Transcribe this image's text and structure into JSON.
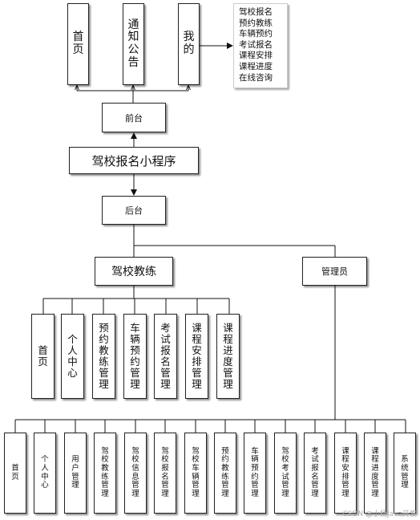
{
  "top_nav": {
    "home": "首页",
    "notice": "通知公告",
    "mine": "我的"
  },
  "mine_features": [
    "驾校报名",
    "预约教练",
    "车辆预约",
    "考试报名",
    "课程安排",
    "课程进度",
    "在线咨询"
  ],
  "frontend": "前台",
  "app_title": "驾校报名小程序",
  "backend": "后台",
  "coach": {
    "title": "驾校教练",
    "modules": [
      "首页",
      "个人中心",
      "预约教练管理",
      "车辆预约管理",
      "考试报名管理",
      "课程安排管理",
      "课程进度管理"
    ]
  },
  "admin": {
    "title": "管理员",
    "modules": [
      "首页",
      "个人中心",
      "用户管理",
      "驾校教练管理",
      "驾校信息管理",
      "驾校报名管理",
      "驾校车辆管理",
      "预约教练管理",
      "车辆预约管理",
      "驾校考试管理",
      "考试报名管理",
      "课程安排管理",
      "课程进度管理",
      "系统管理"
    ]
  },
  "watermark": "CSDN @小杨Java开发"
}
